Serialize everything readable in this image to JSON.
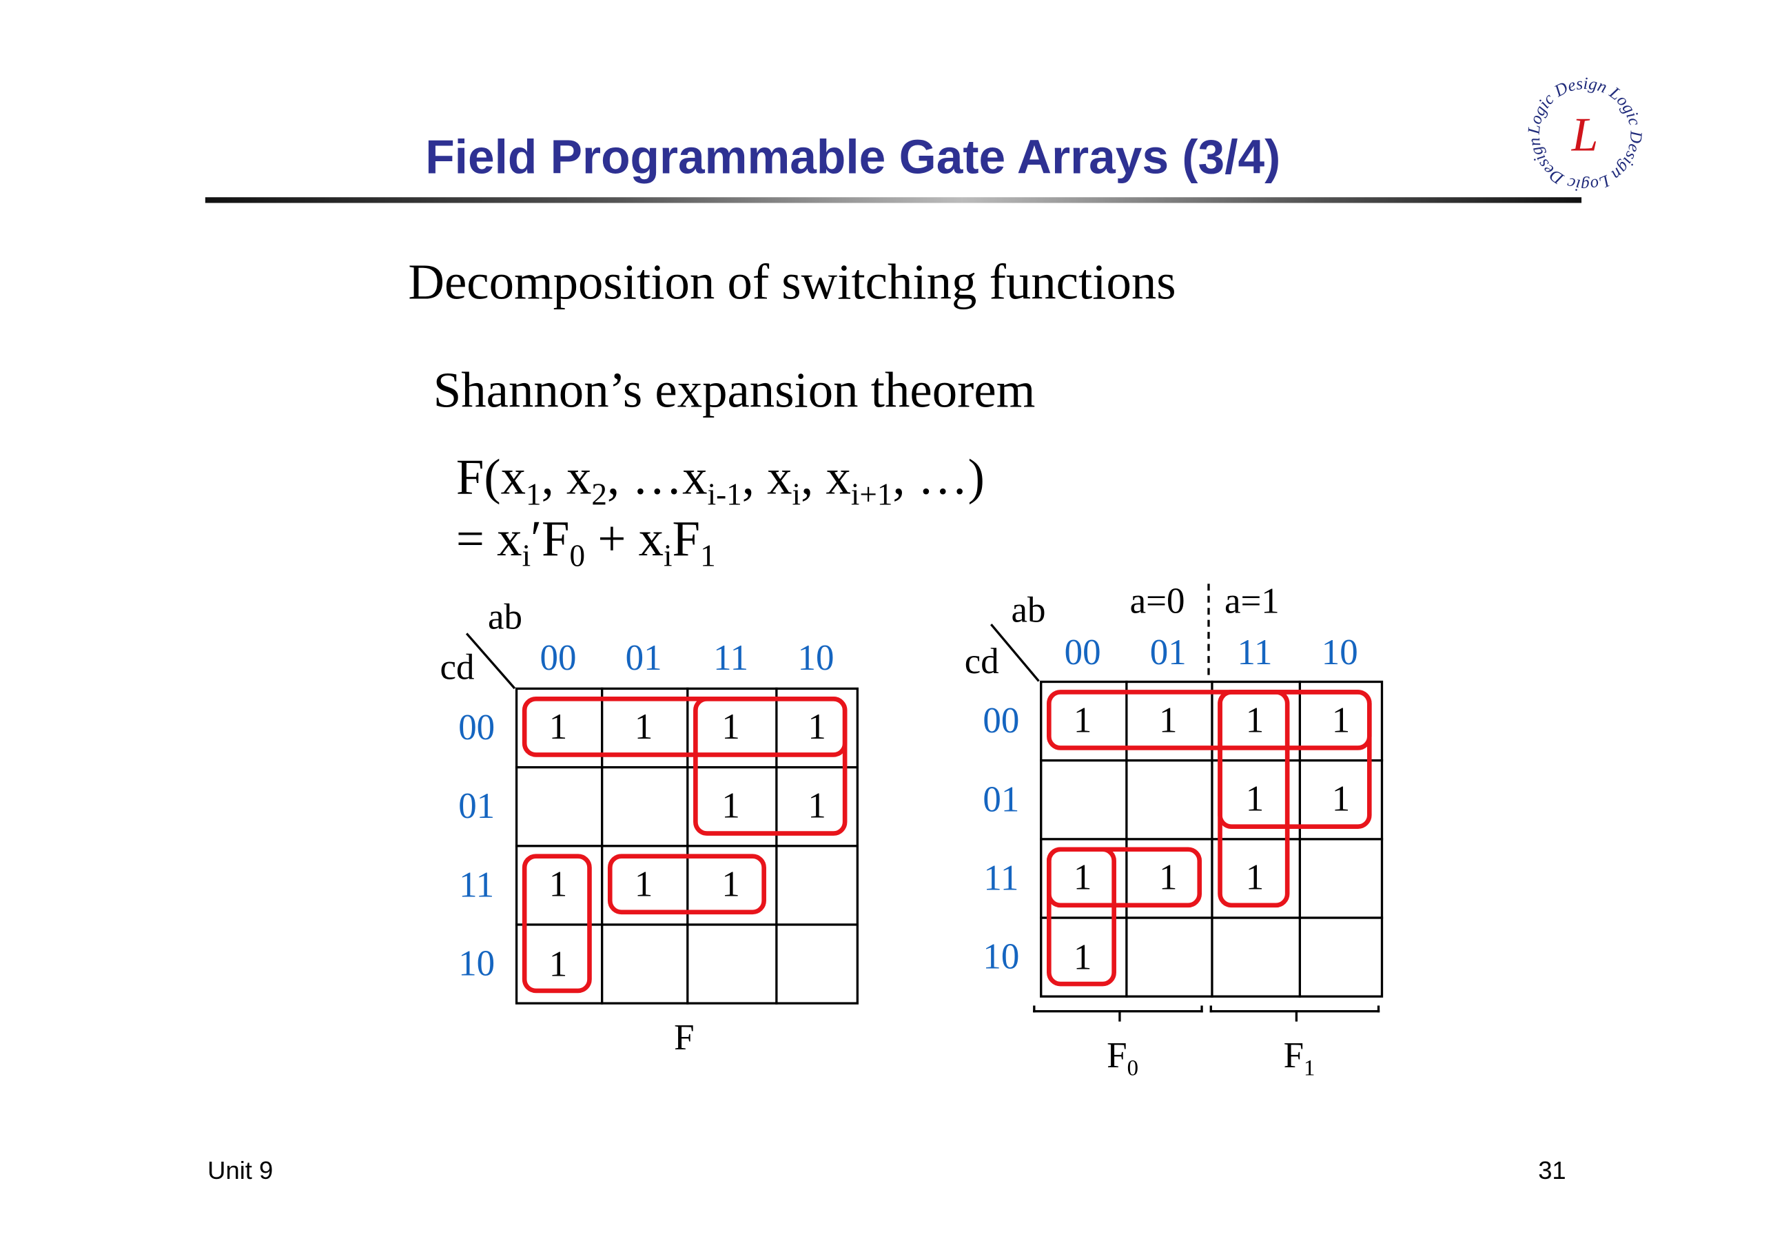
{
  "slide": {
    "title": "Field Programmable Gate Arrays  (3/4)",
    "heading": "Decomposition of switching functions",
    "subheading": "Shannon’s expansion theorem",
    "formula_line1": "F(x<sub>1</sub>, x<sub>2</sub>, …x<sub>i-1</sub>, x<sub>i</sub>, x<sub>i+1</sub>, …)",
    "formula_line2": "= x<sub>i</sub>′F<sub>0</sub> + x<sub>i</sub>F<sub>1</sub>",
    "footer_left": "Unit 9",
    "page_number": "31",
    "logo_text": "Logic Design L",
    "colors": {
      "title": "#2e3192",
      "labels": "#1565c0",
      "loops": "#e8141b"
    }
  },
  "kmaps": [
    {
      "row_var": "cd",
      "col_var": "ab",
      "col_labels": [
        "00",
        "01",
        "11",
        "10"
      ],
      "row_labels": [
        "00",
        "01",
        "11",
        "10"
      ],
      "cells": [
        [
          "1",
          "1",
          "1",
          "1"
        ],
        [
          "",
          "",
          "1",
          "1"
        ],
        [
          "1",
          "1",
          "1",
          ""
        ],
        [
          "1",
          "",
          "",
          ""
        ]
      ],
      "caption": "F",
      "groups": [
        {
          "rows": [
            0,
            0
          ],
          "cols": [
            0,
            3
          ]
        },
        {
          "rows": [
            0,
            1
          ],
          "cols": [
            2,
            3
          ]
        },
        {
          "rows": [
            2,
            3
          ],
          "cols": [
            0,
            0
          ]
        },
        {
          "rows": [
            2,
            2
          ],
          "cols": [
            1,
            2
          ]
        }
      ]
    },
    {
      "row_var": "cd",
      "col_var": "ab",
      "col_labels": [
        "00",
        "01",
        "11",
        "10"
      ],
      "row_labels": [
        "00",
        "01",
        "11",
        "10"
      ],
      "cells": [
        [
          "1",
          "1",
          "1",
          "1"
        ],
        [
          "",
          "",
          "1",
          "1"
        ],
        [
          "1",
          "1",
          "1",
          ""
        ],
        [
          "1",
          "",
          "",
          ""
        ]
      ],
      "half_labels": [
        "a=0",
        "a=1"
      ],
      "captions": [
        "F<sub>0</sub>",
        "F<sub>1</sub>"
      ],
      "groups": [
        {
          "rows": [
            0,
            0
          ],
          "cols": [
            0,
            3
          ]
        },
        {
          "rows": [
            0,
            1
          ],
          "cols": [
            2,
            3
          ]
        },
        {
          "rows": [
            0,
            2
          ],
          "cols": [
            2,
            2
          ]
        },
        {
          "rows": [
            2,
            3
          ],
          "cols": [
            0,
            0
          ]
        },
        {
          "rows": [
            2,
            2
          ],
          "cols": [
            0,
            1
          ]
        }
      ]
    }
  ]
}
